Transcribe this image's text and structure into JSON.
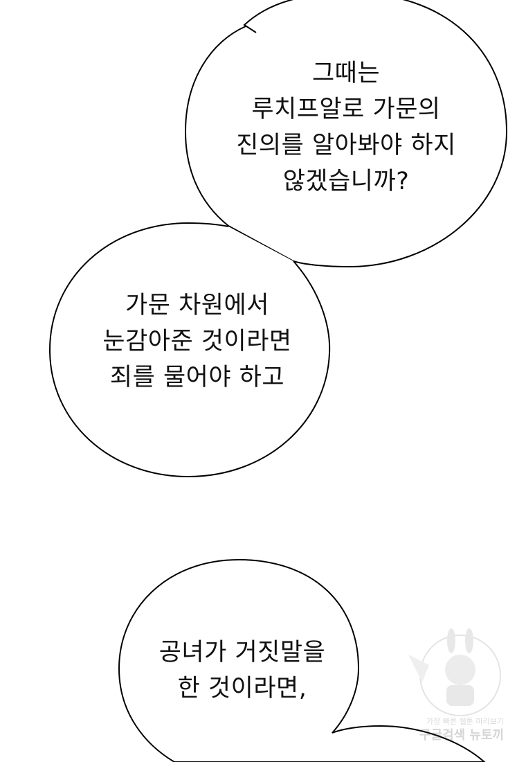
{
  "bubbles": [
    {
      "lines": [
        "그때는",
        "루치프알로 가문의",
        "진의를 알아봐야 하지",
        "않겠습니까?"
      ]
    },
    {
      "lines": [
        "가문 차원에서",
        "눈감아준 것이라면",
        "죄를 물어야 하고"
      ]
    },
    {
      "lines": [
        "공녀가 거짓말을",
        "한 것이라면,"
      ]
    }
  ],
  "watermark": {
    "line1": "가장 빠른 웹툰 미리보기",
    "line2": "구글검색 뉴토끼"
  }
}
